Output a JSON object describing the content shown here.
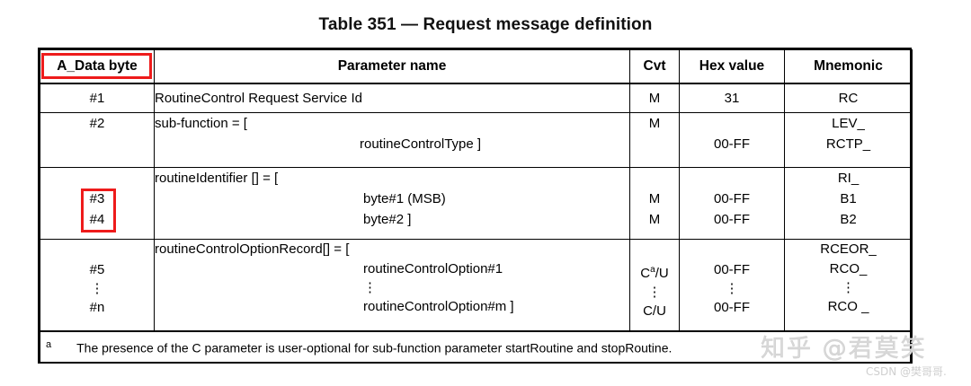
{
  "title": "Table 351 — Request message definition",
  "table": {
    "headers": {
      "byte": "A_Data byte",
      "param": "Parameter name",
      "cvt": "Cvt",
      "hex": "Hex value",
      "mnem": "Mnemonic"
    },
    "rows": [
      {
        "byte": "#1",
        "param_line1": "RoutineControl Request Service Id",
        "param_line2": "",
        "param_line3": "",
        "param_line4": "",
        "cvt_line1": "M",
        "cvt_line2": "",
        "cvt_line3": "",
        "cvt_line4": "",
        "hex_line1": "31",
        "hex_line2": "",
        "hex_line3": "",
        "hex_line4": "",
        "mnem_line1": "RC",
        "mnem_line2": "",
        "mnem_line3": "",
        "mnem_line4": ""
      },
      {
        "byte": "#2",
        "param_line1": "sub-function = [",
        "param_line2": "routineControlType ]",
        "param_line3": "",
        "param_line4": "",
        "cvt_line1": "M",
        "cvt_line2": "",
        "cvt_line3": "",
        "cvt_line4": "",
        "hex_line1": "",
        "hex_line2": "00-FF",
        "hex_line3": "",
        "hex_line4": "",
        "mnem_line1": "LEV_",
        "mnem_line2": "RCTP_",
        "mnem_line3": "",
        "mnem_line4": ""
      },
      {
        "byte_line1": "#3",
        "byte_line2": "#4",
        "param_line1": "routineIdentifier [] = [",
        "param_line2": "byte#1 (MSB)",
        "param_line3": "byte#2 ]",
        "param_line4": "",
        "cvt_line1": "",
        "cvt_line2": "M",
        "cvt_line3": "M",
        "cvt_line4": "",
        "hex_line1": "",
        "hex_line2": "00-FF",
        "hex_line3": "00-FF",
        "hex_line4": "",
        "mnem_line1": "RI_",
        "mnem_line2": "B1",
        "mnem_line3": "B2",
        "mnem_line4": ""
      },
      {
        "byte_line1": "#5",
        "byte_line2": "⋮",
        "byte_line3": "#n",
        "param_line1": "routineControlOptionRecord[] = [",
        "param_line2": "routineControlOption#1",
        "param_line3": "⋮",
        "param_line4": "routineControlOption#m ]",
        "cvt_line1": "",
        "cvt_line2_pre": "C",
        "cvt_line2_sup": "a",
        "cvt_line2_post": "/U",
        "cvt_line3": "⋮",
        "cvt_line4": "C/U",
        "hex_line1": "",
        "hex_line2": "00-FF",
        "hex_line3": "⋮",
        "hex_line4": "00-FF",
        "mnem_line1": "RCEOR_",
        "mnem_line2": "RCO_",
        "mnem_line3": "⋮",
        "mnem_line4": "RCO _"
      }
    ],
    "footnote": {
      "marker": "a",
      "text": "The presence of the C parameter is user-optional for sub-function parameter startRoutine and stopRoutine."
    }
  },
  "highlights": {
    "color": "#ee1b1b",
    "header_label": "A_Data byte",
    "bytes_label": "#3 #4"
  },
  "watermarks": {
    "zhihu": "知乎 @君莫笑",
    "csdn": "CSDN @樊哥哥."
  }
}
